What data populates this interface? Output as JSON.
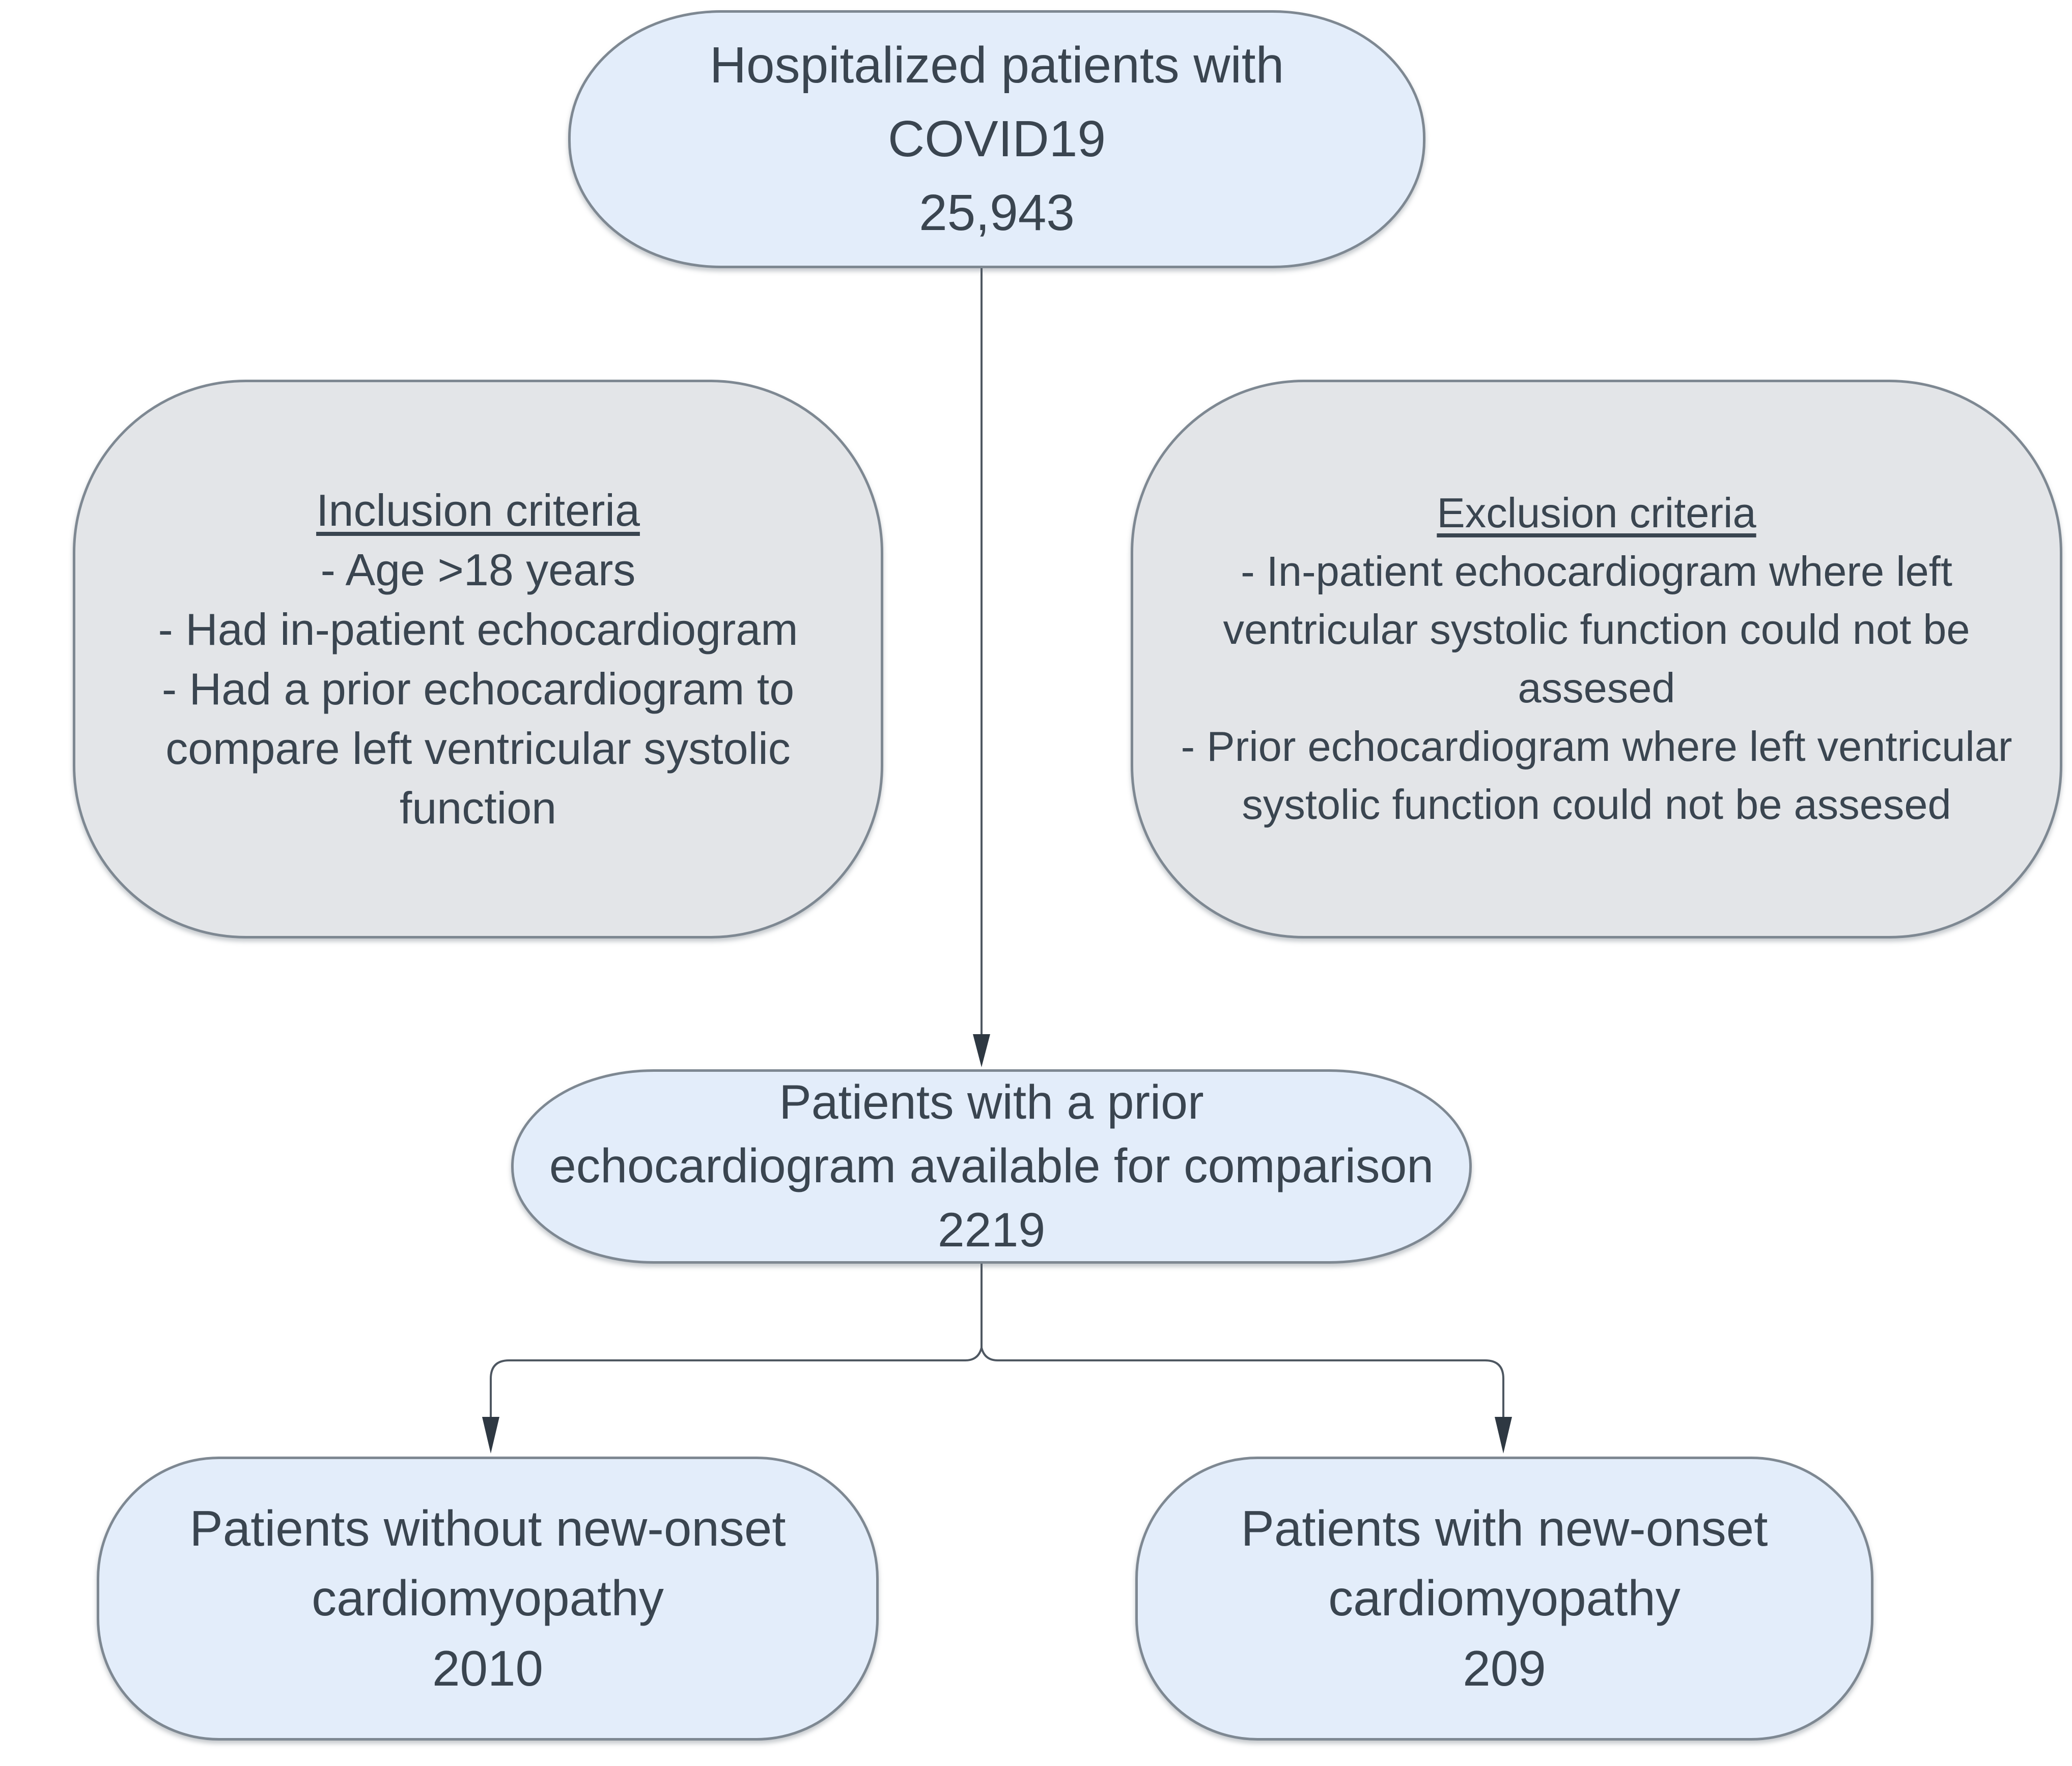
{
  "diagram": {
    "type": "flowchart",
    "background": "#ffffff",
    "colors": {
      "node_fill_blue": "#e3edfa",
      "node_fill_gray": "#e3e5e8",
      "node_border": "#7e8892",
      "text": "#3a4550",
      "connector_line": "#4e5761",
      "arrowhead": "#2e3842"
    },
    "nodes": {
      "hospitalized": {
        "lines": [
          "Hospitalized patients with",
          "COVID19",
          "25,943"
        ],
        "count": "25,943"
      },
      "inclusion": {
        "title": "Inclusion criteria",
        "lines": [
          "- Age >18 years",
          "- Had in-patient echocardiogram",
          "- Had a prior echocardiogram to",
          "compare left ventricular systolic",
          "function"
        ]
      },
      "exclusion": {
        "title": "Exclusion criteria",
        "lines": [
          "- In-patient echocardiogram where left",
          "ventricular systolic function could not be",
          "assesed",
          "- Prior echocardiogram where left ventricular",
          "systolic function could not be assesed"
        ]
      },
      "prior_echo": {
        "lines": [
          "Patients with a prior",
          "echocardiogram available for comparison",
          "2219"
        ],
        "count": "2219"
      },
      "without_cardiomyopathy": {
        "lines": [
          "Patients without new-onset",
          "cardiomyopathy",
          "2010"
        ],
        "count": "2010"
      },
      "with_cardiomyopathy": {
        "lines": [
          "Patients with new-onset",
          "cardiomyopathy",
          "209"
        ],
        "count": "209"
      }
    }
  }
}
